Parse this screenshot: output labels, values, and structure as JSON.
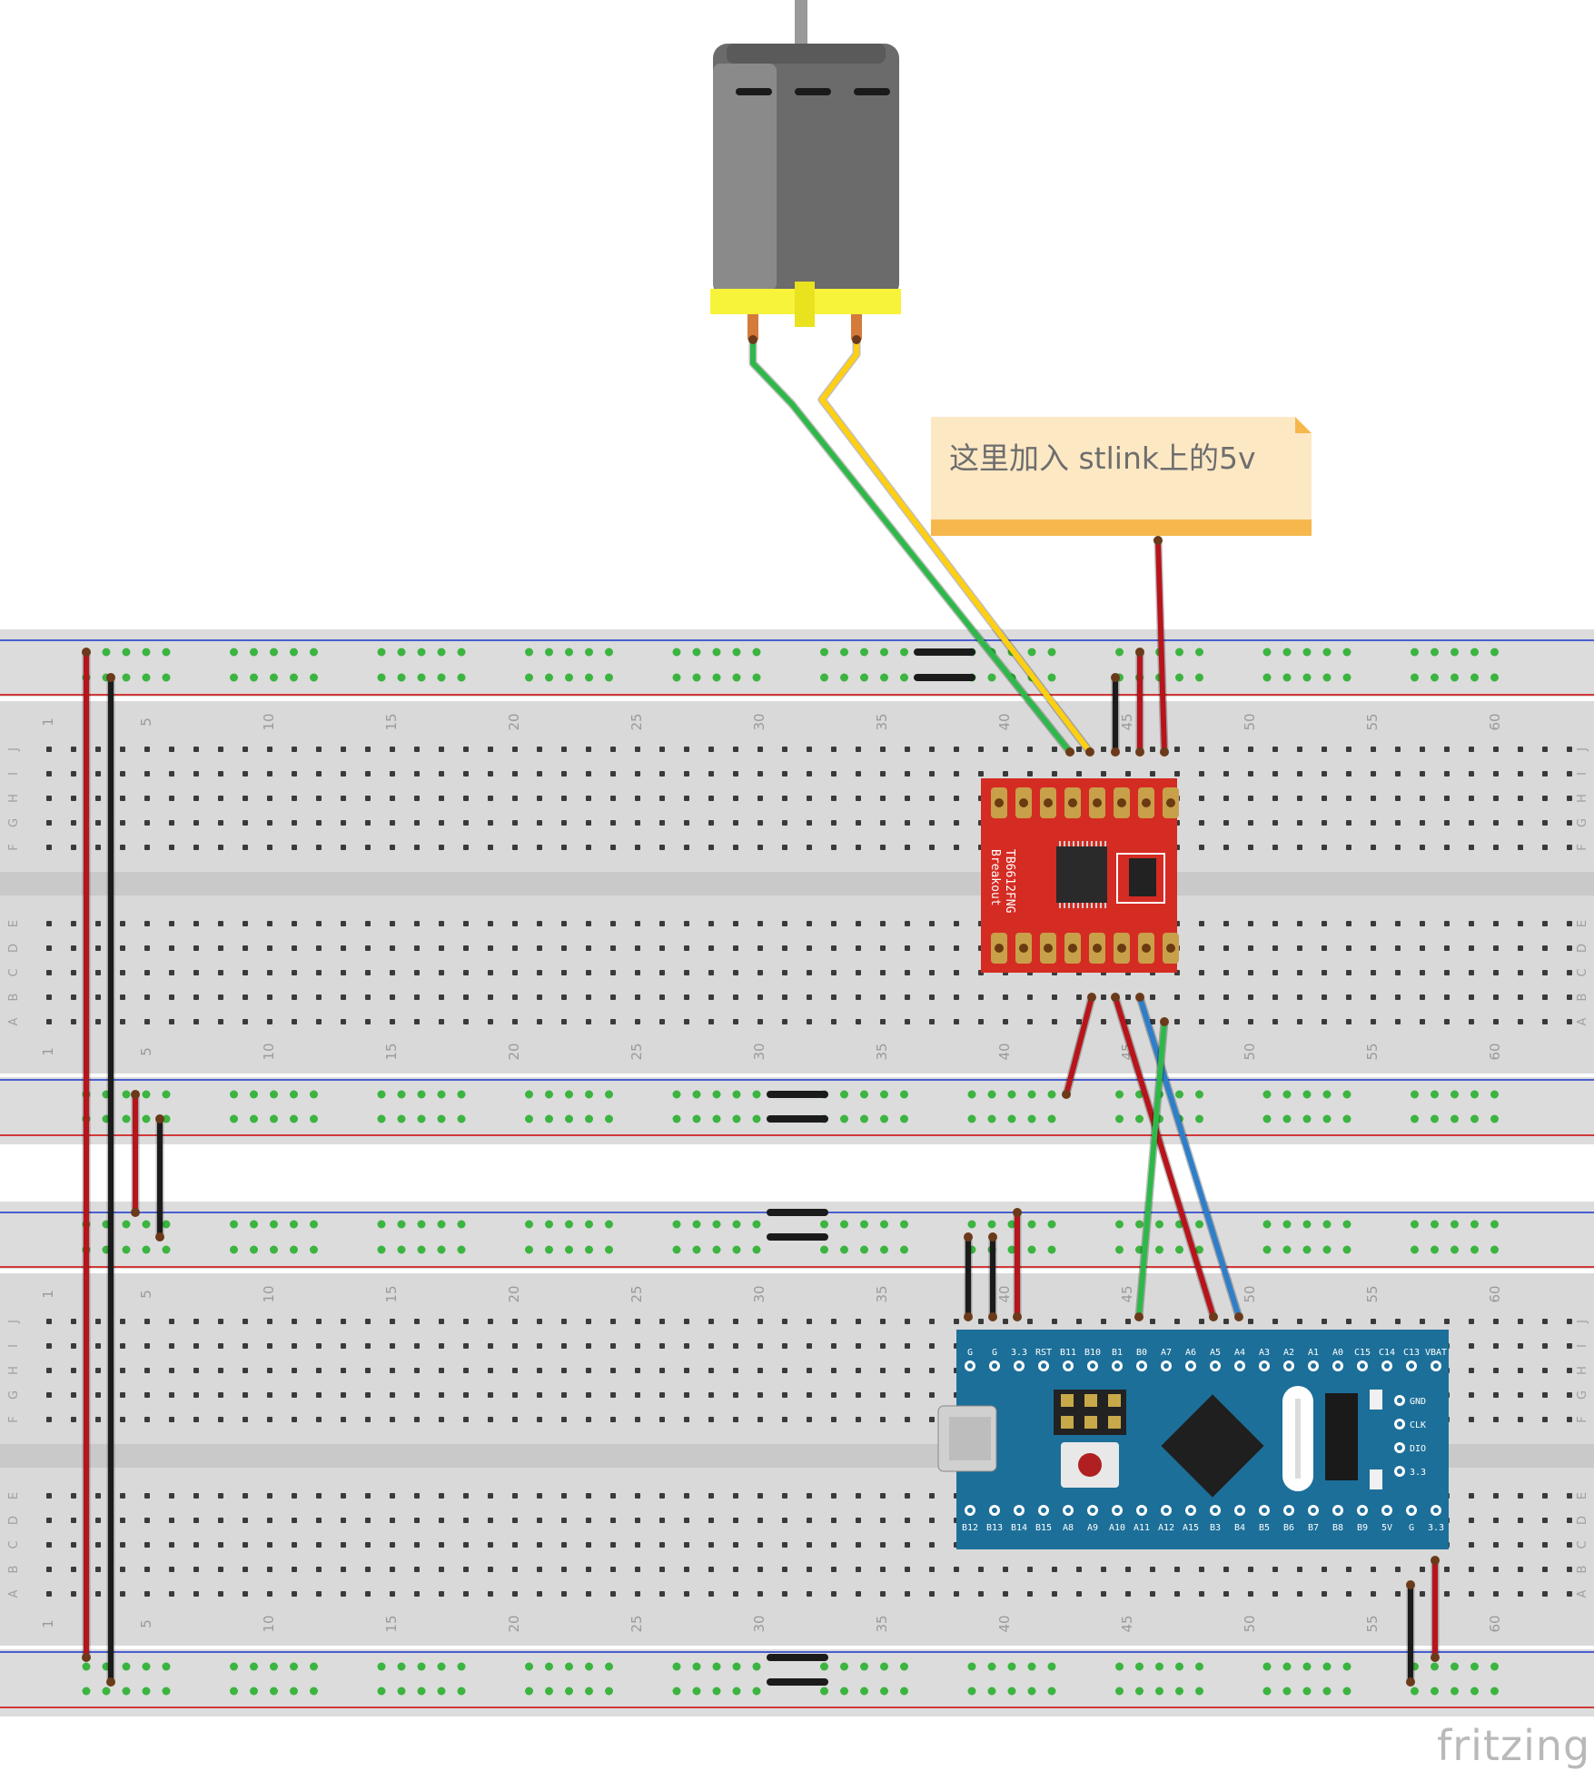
{
  "note": {
    "text": "这里加入 stlink上的5v"
  },
  "watermark": "fritzing",
  "breadboard": {
    "row_letters_top": [
      "J",
      "I",
      "H",
      "G",
      "F"
    ],
    "row_letters_bottom": [
      "E",
      "D",
      "C",
      "B",
      "A"
    ],
    "column_numbers": [
      "1",
      "5",
      "10",
      "15",
      "20",
      "25",
      "30",
      "35",
      "40",
      "45",
      "50",
      "55",
      "60"
    ]
  },
  "driver_board": {
    "label_line1": "TB6612FNG",
    "label_line2": "Breakout"
  },
  "mcu_board": {
    "top_pins": [
      "G",
      "G",
      "3.3",
      "RST",
      "B11",
      "B10",
      "B1",
      "B0",
      "A7",
      "A6",
      "A5",
      "A4",
      "A3",
      "A2",
      "A1",
      "A0",
      "C15",
      "C14",
      "C13",
      "VBAT"
    ],
    "bottom_pins": [
      "B12",
      "B13",
      "B14",
      "B15",
      "A8",
      "A9",
      "A10",
      "A11",
      "A12",
      "A15",
      "B3",
      "B4",
      "B5",
      "B6",
      "B7",
      "B8",
      "B9",
      "5V",
      "G",
      "3.3"
    ],
    "debug_pins": [
      "GND",
      "CLK",
      "DIO",
      "3.3"
    ]
  },
  "colors": {
    "wire_red": "#b8141b",
    "wire_black": "#1b1b1b",
    "wire_green": "#2fb84a",
    "wire_yellow": "#ffcf12",
    "wire_blue": "#2f7ec9",
    "driver_pcb": "#d42c23",
    "mcu_pcb": "#1c6f99",
    "note_bg": "#fde8c4",
    "note_bar": "#f6b84c"
  }
}
